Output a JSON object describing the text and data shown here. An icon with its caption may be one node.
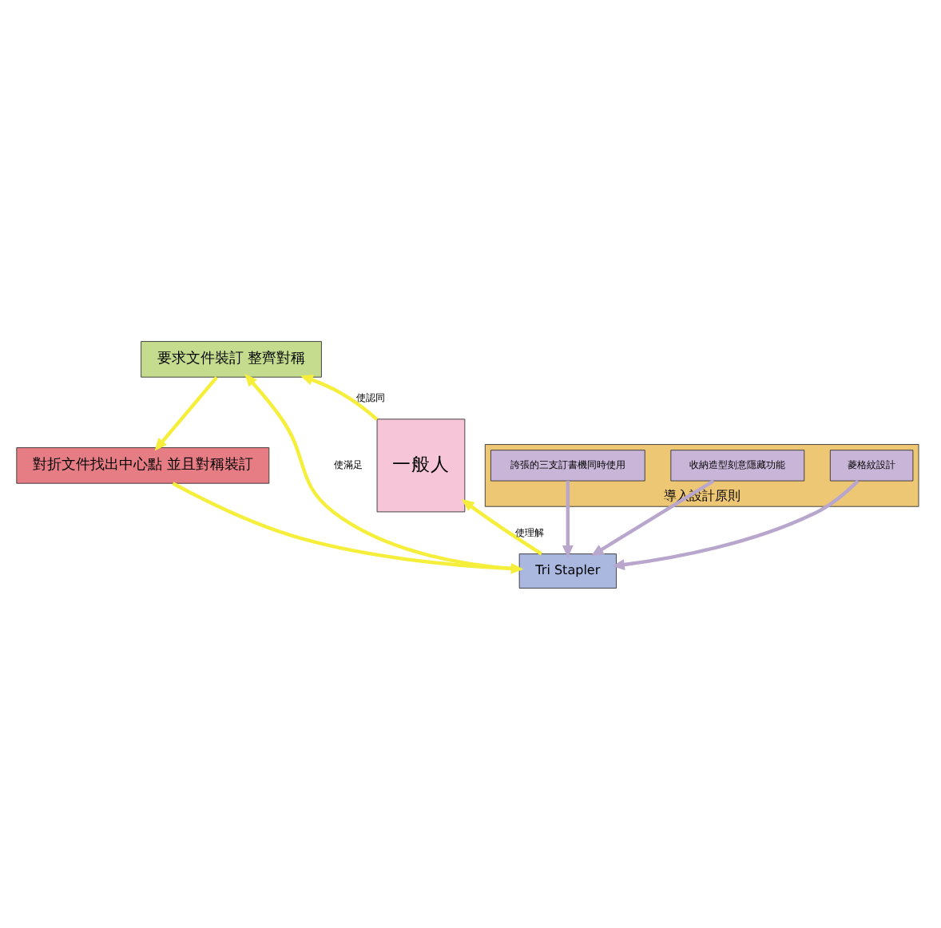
{
  "diagram": {
    "nodes": [
      {
        "text": [
          "要求文件裝訂 整齊對稱"
        ]
      },
      {
        "text": [
          "對折文件找出中心點 並且對稱裝訂"
        ]
      },
      {
        "text": [
          "Tri Stapler"
        ]
      },
      {
        "text": [
          "一般人"
        ]
      },
      {
        "text": [
          "導入設計原則"
        ]
      },
      {
        "text": [
          "誇張的三支訂書機同時使用"
        ],
        "in": 4
      },
      {
        "text": [
          "收納造型刻意隱藏功能"
        ],
        "in": 4
      },
      {
        "text": [
          "菱格紋設計"
        ],
        "in": 4
      }
    ],
    "edges": [
      {
        "from": 0,
        "to": 1,
        "arrow": "to"
      },
      {
        "from": 1,
        "to": 2,
        "arrow": "to"
      },
      {
        "from": 2,
        "to": 0,
        "arrow": "to",
        "label": "使滿足"
      },
      {
        "from": 2,
        "to": 3,
        "arrow": "to",
        "label": "使理解"
      },
      {
        "from": 3,
        "to": 0,
        "arrow": "to",
        "label": "使認同"
      },
      {
        "from": 5,
        "to": 2,
        "arrow": "to",
        "color": "#b9a6cc"
      },
      {
        "from": 6,
        "to": 2,
        "arrow": "to",
        "color": "#b9a6cc"
      },
      {
        "from": 7,
        "to": 2,
        "arrow": "to",
        "color": "#b9a6cc"
      }
    ]
  }
}
